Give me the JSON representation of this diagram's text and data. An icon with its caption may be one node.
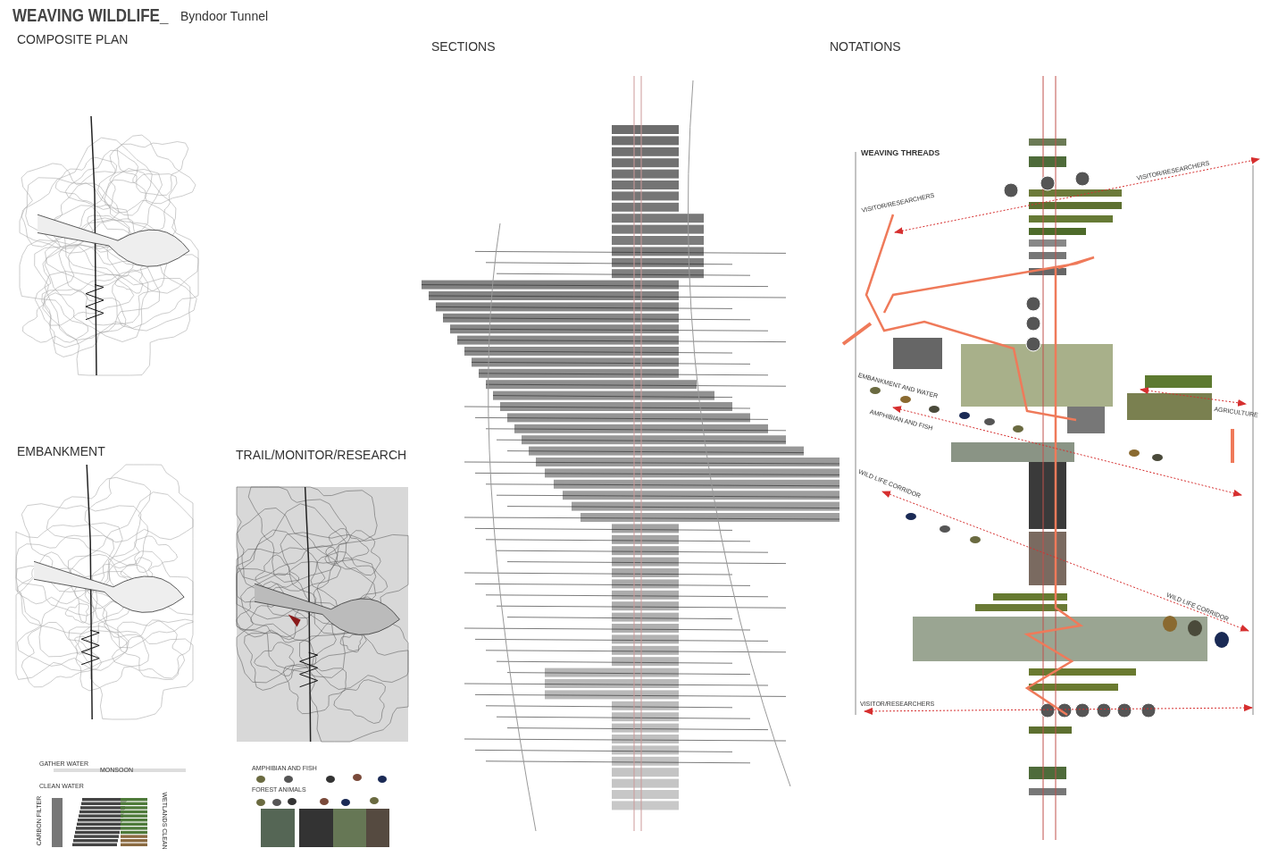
{
  "diagram": {
    "title": "WEAVING WILDLIFE_",
    "labels": [
      "Byndoor Tunnel",
      "COMPOSITE PLAN",
      "SECTIONS",
      "NOTATIONS",
      "WEAVING THREADS",
      "VISITOR/RESEARCHERS",
      "VISITOR/RESEARCHERS",
      "EMBANKMENT AND WATER",
      "AGRICULTURE",
      "AMPHIBIAN AND FISH",
      "WILD LIFE CORRIDOR",
      "WILD LIFE CORRIDOR",
      "VISITOR/RESEARCHERS",
      "EMBANKMENT",
      "TRAIL/MONITOR/RESEARCH",
      "GATHER WATER",
      "MONSOON",
      "CLEAN WATER",
      "CARBON FILTER",
      "WETLANDS CLEAN",
      "AMPHIBIAN AND FISH",
      "FOREST ANIMALS"
    ]
  }
}
